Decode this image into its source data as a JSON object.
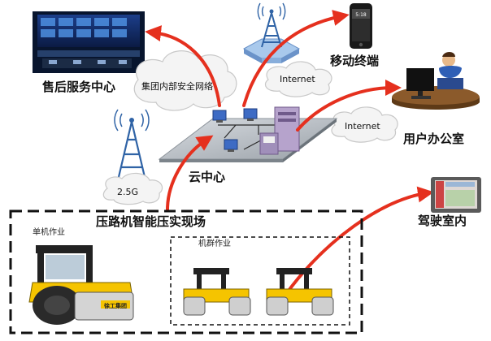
{
  "labels": {
    "after_sales_center": "售后服务中心",
    "group_internal_network": "集团内部安全网络",
    "internet_top": "Internet",
    "mobile_terminal": "移动终端",
    "internet_right": "Internet",
    "user_office": "用户办公室",
    "cloud_center": "云中心",
    "network_2_5g": "2.5G",
    "cab_interior": "驾驶室内",
    "site_title": "压路机智能压实现场",
    "single_machine": "单机作业",
    "machine_group": "机群作业"
  },
  "phone_time": "5:18",
  "roller_brand": "徐工集团",
  "colors": {
    "arrow_red": "#e5301e",
    "tower_blue": "#2f63a6",
    "cloud_fill": "#f4f4f4",
    "cloud_stroke": "#c8c8c8",
    "roller_yellow": "#f5c400",
    "dash_black": "#111111"
  }
}
